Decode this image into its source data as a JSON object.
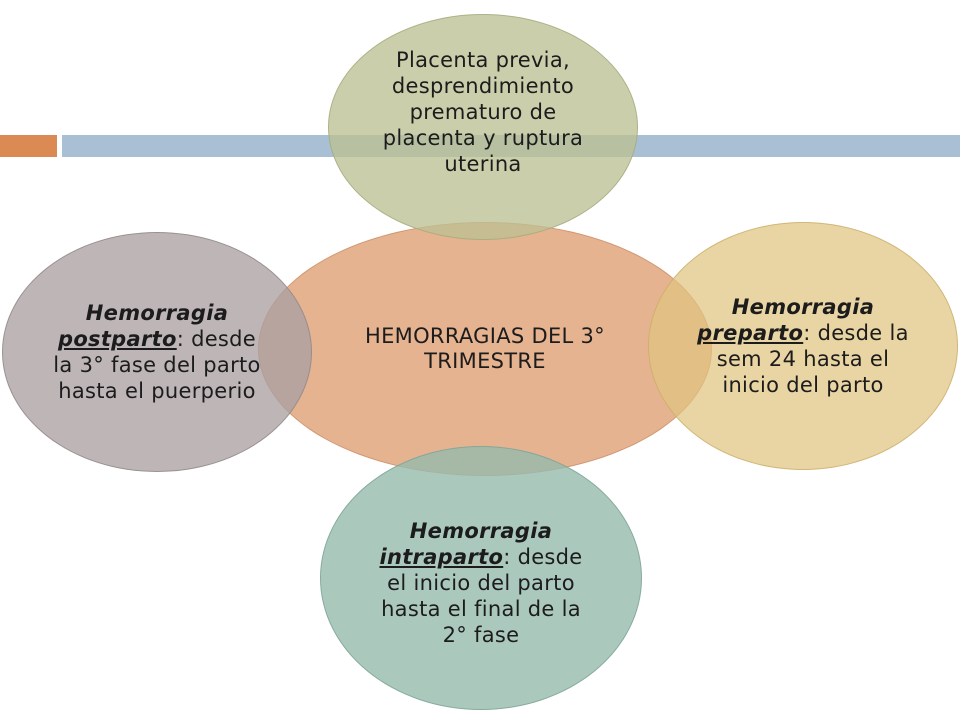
{
  "center": {
    "text": "HEMORRAGIAS DEL 3° TRIMESTRE"
  },
  "top": {
    "text": "Placenta previa, desprendimiento prematuro de placenta y ruptura uterina"
  },
  "right": {
    "title": "Hemorragia",
    "term": "preparto",
    "rest": ": desde la sem 24 hasta el inicio del parto"
  },
  "left": {
    "title": "Hemorragia",
    "term": "postparto",
    "rest": ": desde la 3° fase del parto hasta el puerperio"
  },
  "bottom": {
    "title": "Hemorragia",
    "term": "intraparto",
    "rest": ": desde el inicio del parto hasta el final de la 2° fase"
  },
  "colors": {
    "accent_left": "#dc8a53",
    "accent_right": "#a8bfd4",
    "center": "#e0a076",
    "top": "#bcc094",
    "right": "#e1c480",
    "left": "#aaa0a2",
    "bottom": "#96baac"
  }
}
